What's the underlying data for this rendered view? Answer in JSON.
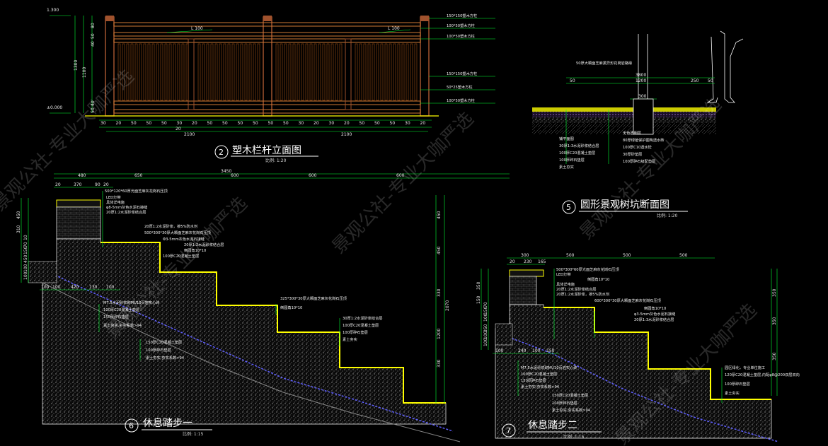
{
  "colors": {
    "background": "#000000",
    "green": "#00ff33",
    "yellow": "#ffff00",
    "brown": "#a0522d",
    "white": "#ffffff",
    "grey": "#888888"
  },
  "watermark": "景观公社-专业大咖严选",
  "railing": {
    "number": "2",
    "title": "塑木栏杆立面图",
    "scale": "比例: 1:20",
    "level_top": "1.300",
    "level_bottom": "±0.000",
    "slope_labels": [
      "L 100",
      "L 100"
    ],
    "height_dims": [
      "1100",
      "1300"
    ],
    "left_small_dims": [
      "80",
      "50",
      "40",
      "40",
      "50"
    ],
    "bottom_dims": [
      "2100",
      "2100",
      "20"
    ],
    "bottom_small": [
      "30",
      "20",
      "50",
      "50",
      "50",
      "30",
      "20",
      "50",
      "50",
      "50",
      "50",
      "50",
      "50",
      "30",
      "20",
      "30",
      "20",
      "50",
      "50",
      "50",
      "30",
      "20"
    ],
    "callouts": [
      "150*150塑木方柱",
      "100*50塑木方柱",
      "100*50塑木方柱",
      "150*150塑木方柱",
      "50*25塑木方柱",
      "100*50塑木方柱"
    ]
  },
  "tree_pit": {
    "number": "5",
    "title": "圆形景观树坑断面图",
    "scale": "比例: 1:20",
    "top_note": "50厚大颗面芝麻黑异形花岗岩路缘",
    "dims": [
      "3800",
      "50",
      "1200",
      "250",
      "50",
      "300"
    ],
    "left_layers": [
      "铺平面图",
      "30厚1:3水泥砂浆结合层",
      "100厚C20混凝土垫层",
      "100厚碎石垫层",
      "素土夯实"
    ],
    "right_layers": [
      "无色透明层",
      "80厚绿植保护圈陶透水砖",
      "100厚C10透水砼",
      "30厚砂垫层",
      "100厚碎石级配垫层"
    ]
  },
  "step1": {
    "number": "6",
    "title": "休息踏步一",
    "scale": "比例: 1:15",
    "top_dims": [
      "480",
      "650",
      "600",
      "600",
      "600"
    ],
    "total": "3450",
    "sub_dims": [
      "20",
      "370",
      "90",
      "20"
    ],
    "left_dims": [
      "450",
      "310",
      "450",
      "100",
      "100",
      "150",
      "70",
      "10"
    ],
    "bottom_dims": [
      "100",
      "100",
      "420",
      "130",
      "100"
    ],
    "right_dims": [
      "450",
      "450",
      "1200",
      "330",
      "330",
      "2070"
    ],
    "callouts": [
      "500*120*60厚光面芝麻灰花岗石压顶",
      "LED灯带",
      "具体详电施",
      "φ8-5mm灰色水泥石接缝",
      "20厚1:2水泥砂浆结合层",
      "20厚1:2水泥砂浆，掺5%防水剂",
      "500*300*30厚大颗面芝麻灰花岗石压顶",
      "Φ3-5mm灰色水泥石接缝",
      "20厚1:2水泥砂浆结合层",
      "倒圆角10*10",
      "100厚C20混凝土垫层"
    ],
    "callouts_mid": [
      "M7.5水泥砂浆砌MU10页岩实心砖",
      "100厚C20混凝土垫层",
      "150厚碎石垫层",
      "素土夯实,夯实系数>94"
    ],
    "callouts_right": [
      "325*300*30厚大颗面芝麻灰花岗石压顶",
      "倒圆角10*10",
      "30厚1:2水泥砂浆结合层",
      "100厚C20混凝土垫层",
      "100厚碎石垫层",
      "素土夯实"
    ],
    "callouts_bottom": [
      "150厚C20混凝土垫层",
      "100厚碎石垫层",
      "素土夯实,夯实系数>94"
    ]
  },
  "step2": {
    "number": "7",
    "title": "休息踏步二",
    "scale": "比例: 1:15",
    "top_dims": [
      "300",
      "500",
      "500",
      "500"
    ],
    "sub_dims": [
      "20",
      "230",
      "165"
    ],
    "callouts": [
      "500*300*60厚光面芝麻灰花岗石压顶",
      "LED灯带",
      "倒圆角10*10",
      "具体详电施",
      "20厚1:2水泥砂浆结合层",
      "20厚1:2水泥砂浆，掺5%防水剂",
      "600*300*30厚大颗面芝麻灰花岗石压顶",
      "倒圆角10*10",
      "φ3-5mm灰色水泥石接缝",
      "20厚1:3水泥砂浆结合层"
    ],
    "callouts_left": [
      "M7.5水泥砂浆砌MU10页岩实心砖",
      "100厚C20混凝土垫层",
      "150厚碎石垫层",
      "素土夯实,夯实系数>94",
      "150厚C20混凝土垫层",
      "100厚碎石垫层",
      "素土夯实,夯实系数>94"
    ],
    "callouts_right": [
      "园区绿化，专业单位施工",
      "120厚C20混凝土垫层,内配φ8@200双层双向",
      "100厚碎石垫层",
      "素土夯实"
    ],
    "left_dims": [
      "350",
      "150",
      "350",
      "100",
      "100",
      "100",
      "150",
      "70"
    ],
    "bottom_dims": [
      "100",
      "240",
      "100",
      "150"
    ],
    "right_dims": [
      "350",
      "350",
      "350"
    ]
  }
}
